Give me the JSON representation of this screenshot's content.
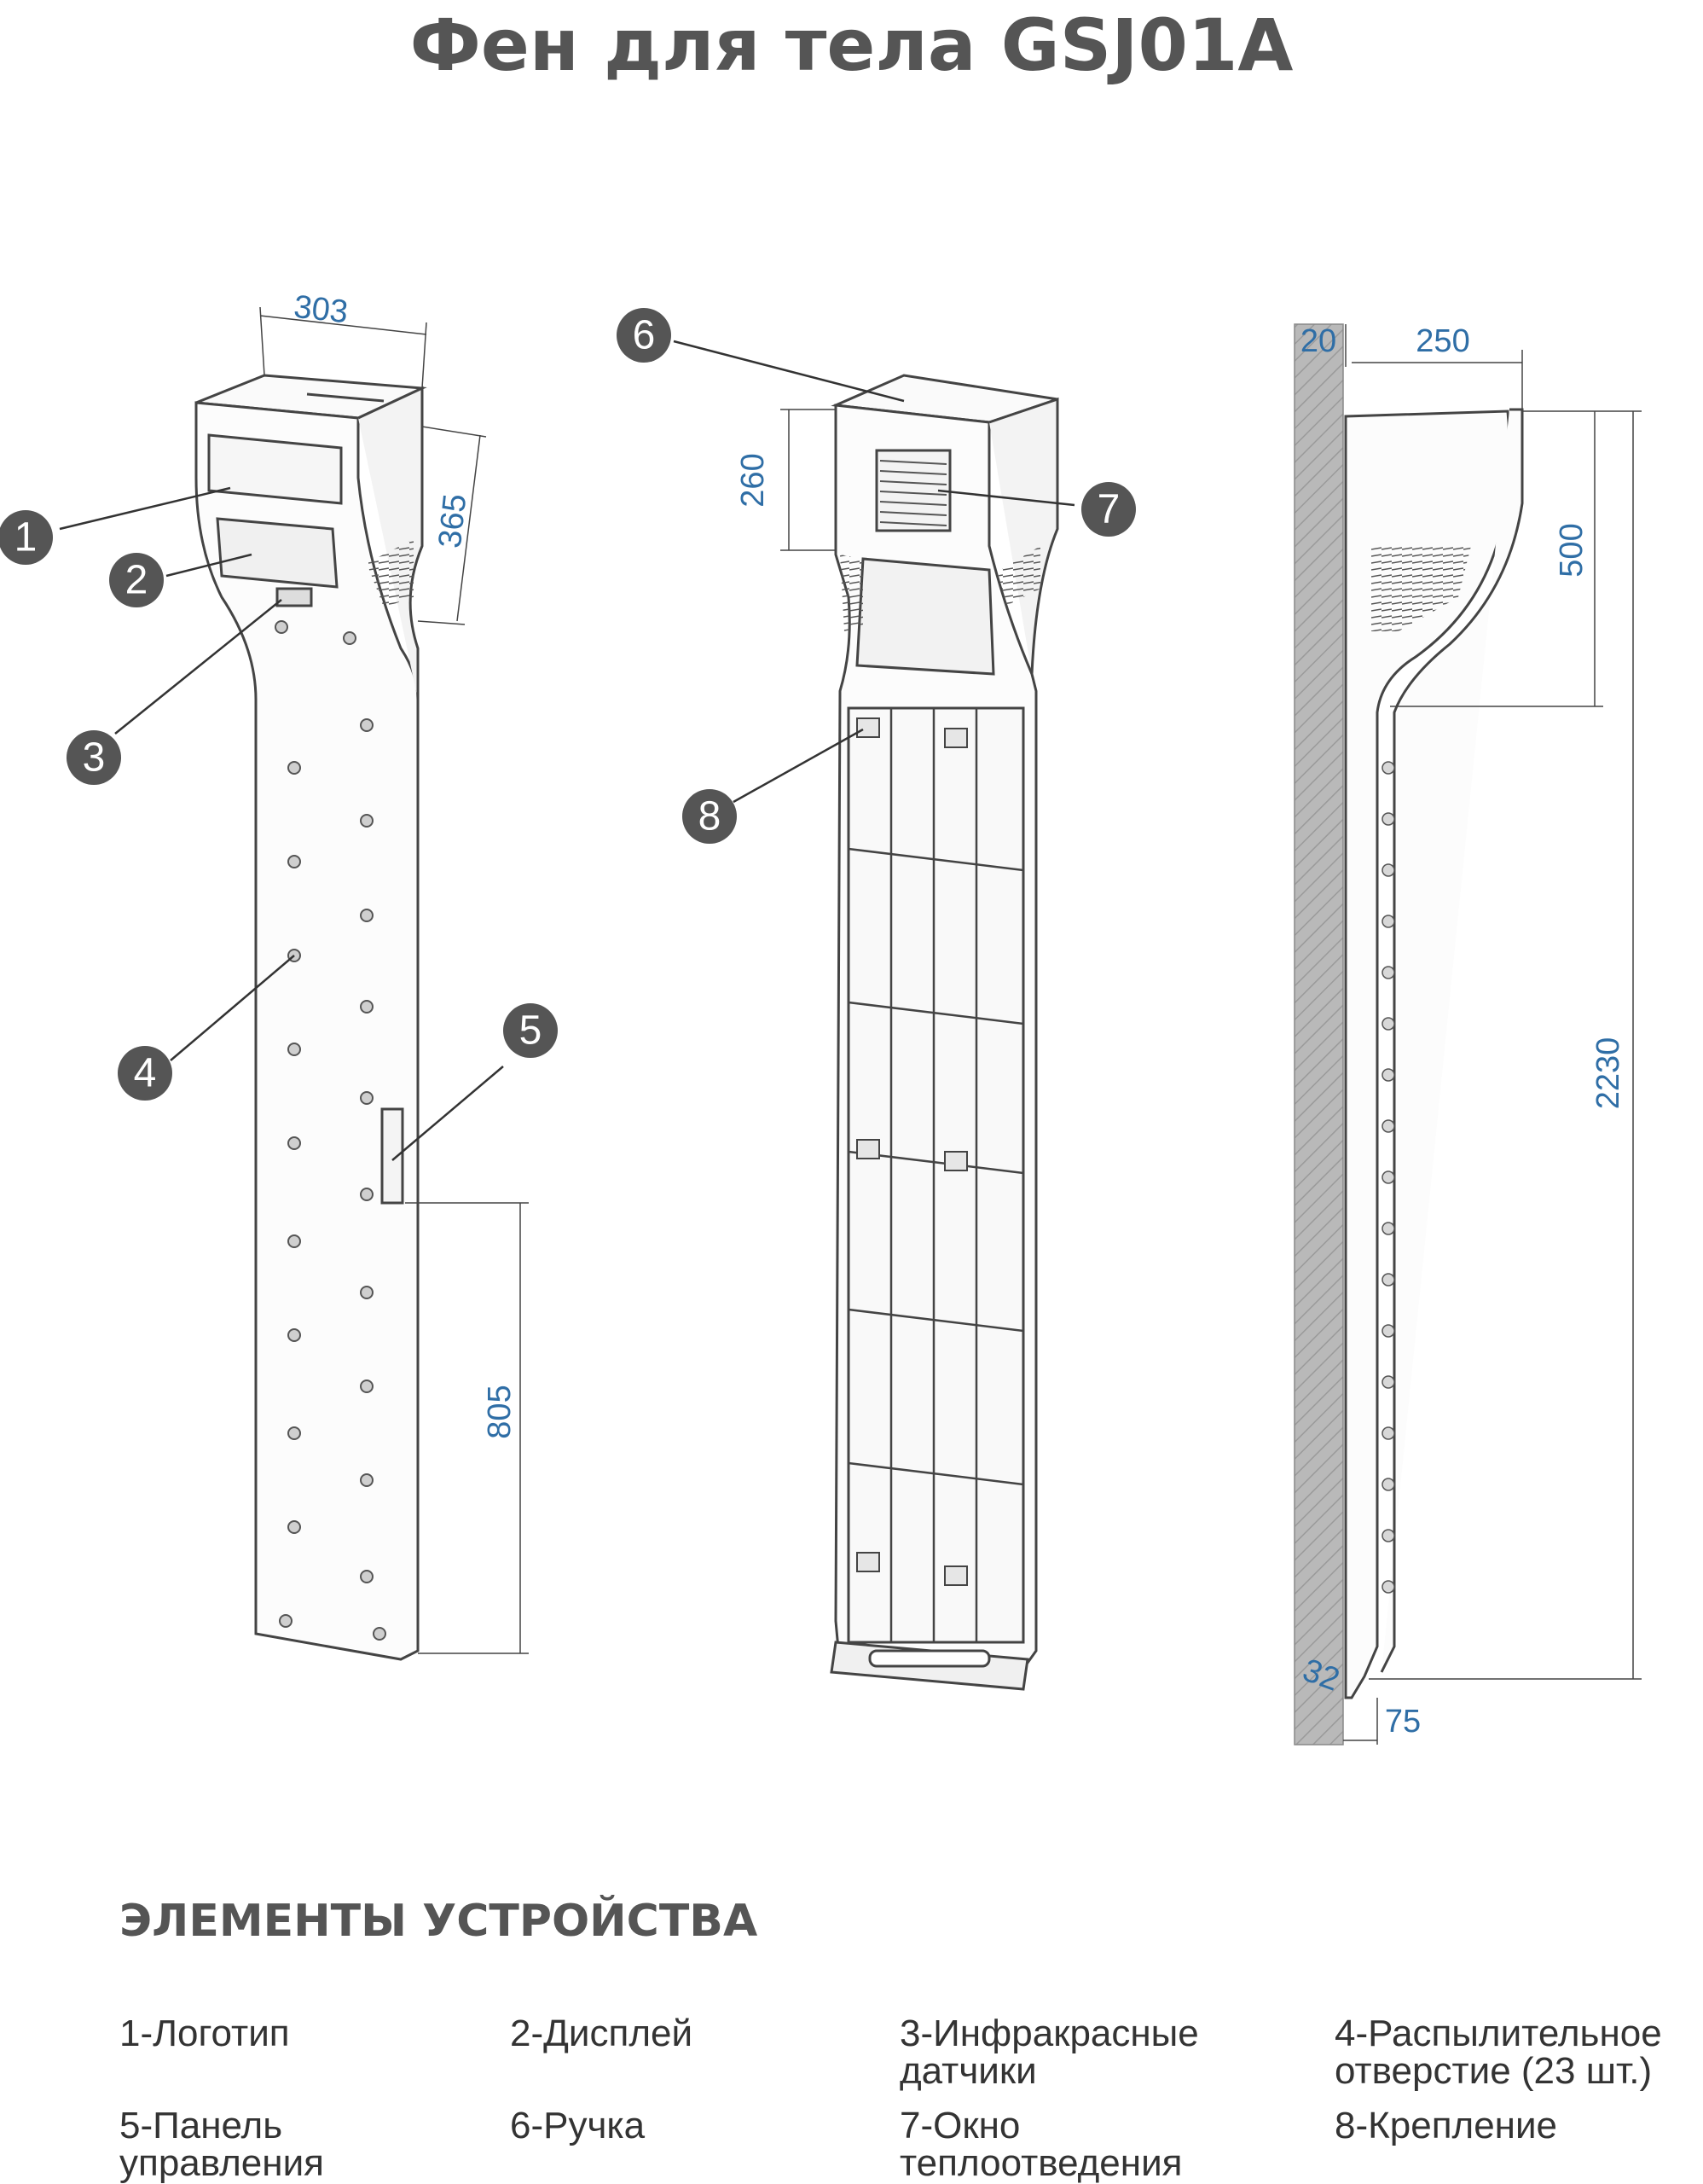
{
  "title": "Фен для тела GSJ01A",
  "dimensions": {
    "d303": "303",
    "d365": "365",
    "d805": "805",
    "d260": "260",
    "d20": "20",
    "d250": "250",
    "d500": "500",
    "d2230": "2230",
    "d32": "32",
    "d75": "75"
  },
  "callouts": [
    "1",
    "2",
    "3",
    "4",
    "5",
    "6",
    "7",
    "8"
  ],
  "section_title": "ЭЛЕМЕНТЫ УСТРОЙСТВА",
  "legend": [
    {
      "line1": "1-Логотип",
      "line2": ""
    },
    {
      "line1": "2-Дисплей",
      "line2": ""
    },
    {
      "line1": "3-Инфракрасные",
      "line2": "датчики"
    },
    {
      "line1": "4-Распылительное",
      "line2": "отверстие (23 шт.)"
    },
    {
      "line1": "5-Панель",
      "line2": "управления"
    },
    {
      "line1": "6-Ручка",
      "line2": ""
    },
    {
      "line1": "7-Окно",
      "line2": "теплоотведения"
    },
    {
      "line1": "8-Крепление",
      "line2": ""
    }
  ],
  "colors": {
    "dimension": "#2f6ea6",
    "callout_fill": "#555555",
    "wall_fill": "#b9b9b9",
    "outline": "#444444"
  }
}
